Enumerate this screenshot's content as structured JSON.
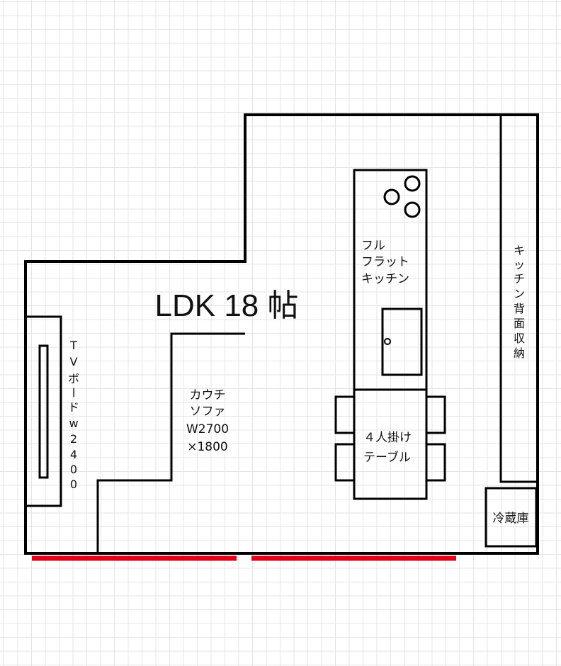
{
  "title": "LDK 18 帖",
  "tv_board": {
    "lines": [
      "T",
      "V",
      "ボ",
      "ー",
      "ド",
      "w",
      "2",
      "4",
      "0",
      "0"
    ]
  },
  "couch_sofa": {
    "lines": [
      "カウチ",
      "ソファ",
      "W2700",
      "×1800"
    ]
  },
  "kitchen": {
    "lines": [
      "フル",
      "フラット",
      "キッチン"
    ]
  },
  "dining_table": {
    "lines": [
      "４人掛け",
      "テーブル"
    ]
  },
  "back_storage": {
    "lines": [
      "キ",
      "ッ",
      "チ",
      "ン",
      "背",
      "面",
      "収",
      "納"
    ]
  },
  "fridge": {
    "label": "冷蔵庫"
  },
  "colors": {
    "wall": "#000000",
    "window": "#e3001b",
    "grid": "#e4e4e4"
  }
}
